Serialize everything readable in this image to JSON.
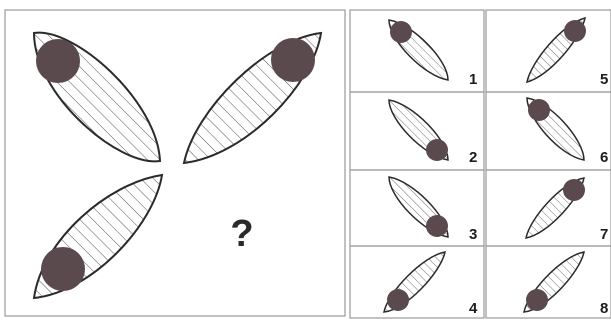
{
  "puzzle": {
    "question_mark": "?",
    "options": [
      {
        "label": "1"
      },
      {
        "label": "2"
      },
      {
        "label": "3"
      },
      {
        "label": "4"
      },
      {
        "label": "5"
      },
      {
        "label": "6"
      },
      {
        "label": "7"
      },
      {
        "label": "8"
      }
    ]
  },
  "colors": {
    "border": "#9a9a9a",
    "hatch": "#555555",
    "dot": "#5a4a4e",
    "text": "#1c1c1c"
  }
}
